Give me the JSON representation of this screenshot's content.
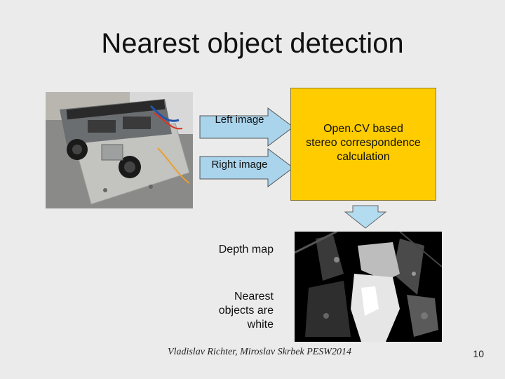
{
  "slide": {
    "title": "Nearest object detection",
    "left_image_label": "Left image",
    "right_image_label": "Right image",
    "process_label": "Open.CV based\nstereo correspondence\ncalculation",
    "depth_map_label": "Depth map",
    "nearest_label": "Nearest\nobjects are\nwhite",
    "footer": "Vladislav Richter, Miroslav Skrbek PESW2014",
    "page_number": "10"
  },
  "colors": {
    "background": "#ebebeb",
    "process_box": "#ffcc00",
    "arrow_fill": "#aad4ec",
    "down_arrow_fill": "#b4dcf0"
  },
  "icons": {
    "arrow": "right-arrow",
    "down_arrow": "down-arrow",
    "photo": "robot-stereo-camera-photo",
    "depth": "depth-map-image"
  }
}
